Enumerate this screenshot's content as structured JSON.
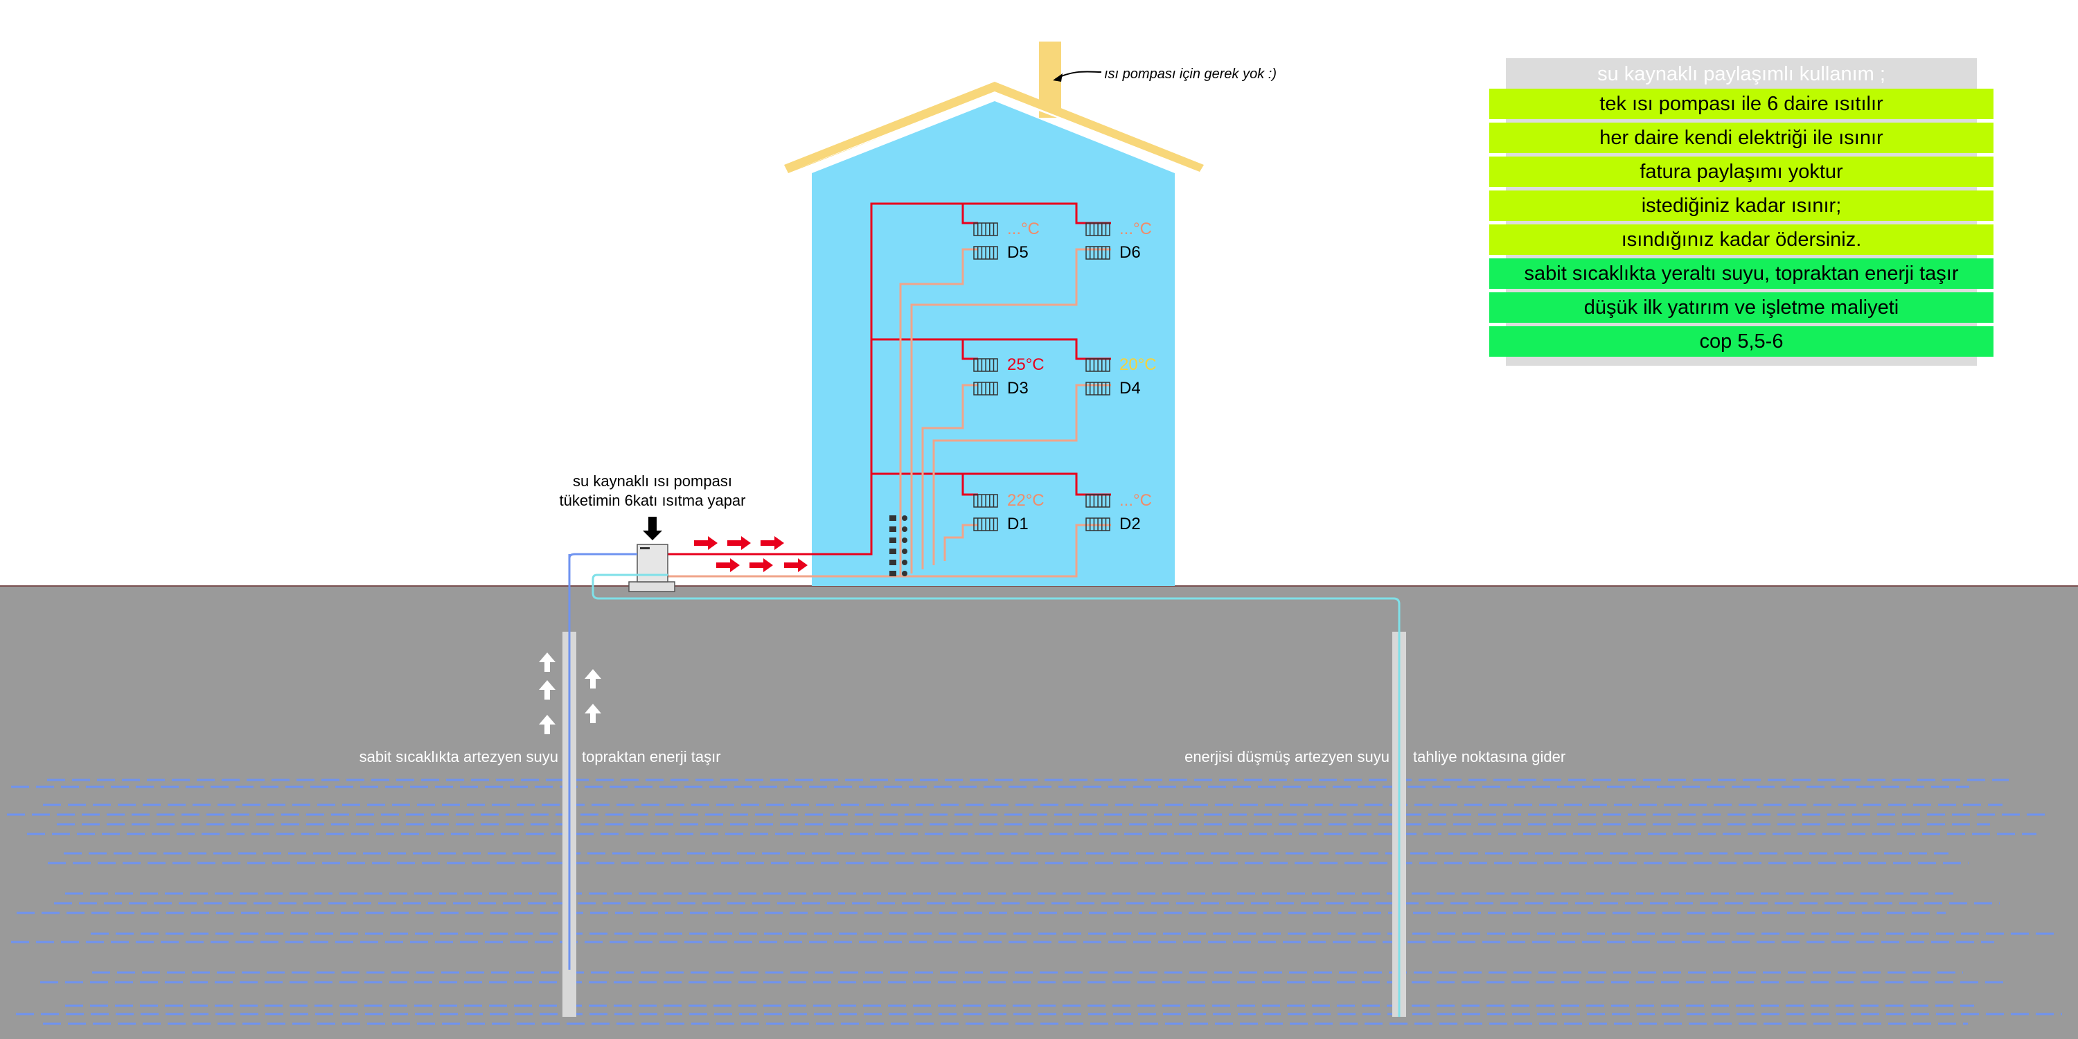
{
  "note": {
    "chimney": "ısı pompası için gerek yok :)"
  },
  "pump": {
    "label_line1": "su kaynaklı ısı pompası",
    "label_line2": "tüketimin 6katı ısıtma yapar"
  },
  "apartments": [
    {
      "id": "D5",
      "temp": "...°C",
      "temp_color": "#f08c6a"
    },
    {
      "id": "D6",
      "temp": "...°C",
      "temp_color": "#f08c6a"
    },
    {
      "id": "D3",
      "temp": "25°C",
      "temp_color": "#e8001c"
    },
    {
      "id": "D4",
      "temp": "20°C",
      "temp_color": "#f7d23a"
    },
    {
      "id": "D1",
      "temp": "22°C",
      "temp_color": "#f08c6a"
    },
    {
      "id": "D2",
      "temp": "...°C",
      "temp_color": "#f08c6a"
    }
  ],
  "ground": {
    "left_label_a": "sabit sıcaklıkta artezyen suyu",
    "left_label_b": "topraktan enerji taşır",
    "right_label_a": "enerjisi düşmüş artezyen suyu",
    "right_label_b": "tahliye noktasına gider"
  },
  "info_panel": {
    "title": "su kaynaklı paylaşımlı kullanım ;",
    "rows": [
      {
        "text": "tek ısı pompası ile 6 daire ısıtılır",
        "color": "#bdfc00"
      },
      {
        "text": "her daire kendi elektriği ile ısınır",
        "color": "#bdfc00"
      },
      {
        "text": "fatura paylaşımı yoktur",
        "color": "#bdfc00"
      },
      {
        "text": "istediğiniz kadar ısınır;",
        "color": "#bdfc00"
      },
      {
        "text": "ısındığınız kadar ödersiniz.",
        "color": "#bdfc00"
      },
      {
        "text": "sabit sıcaklıkta yeraltı suyu, topraktan enerji taşır",
        "color": "#14f05a"
      },
      {
        "text": "düşük ilk yatırım ve işletme maliyeti",
        "color": "#14f05a"
      },
      {
        "text": "cop 5,5-6",
        "color": "#14f05a"
      }
    ]
  },
  "colors": {
    "house": "#7fdcfa",
    "roof": "#f8d77a",
    "ground": "#9a9a9a",
    "hot_pipe": "#e8001c",
    "return_pipe": "#f0a48a",
    "water_blue": "#6f93f0",
    "water_cyan": "#7fe0e8"
  }
}
